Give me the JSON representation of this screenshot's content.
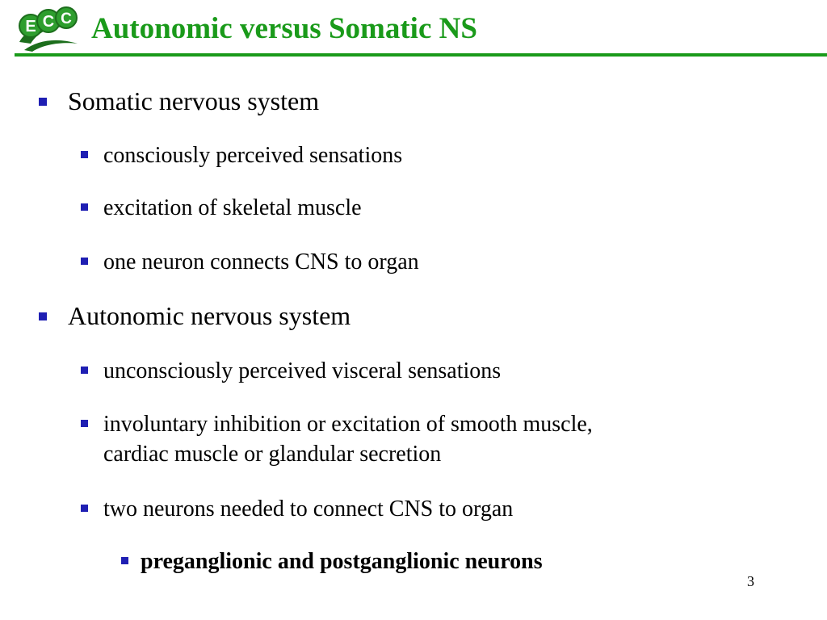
{
  "slide": {
    "title": "Autonomic versus Somatic NS",
    "page_number": "3",
    "logo": {
      "text": "ECC",
      "icon": "ecc-logo-icon"
    }
  },
  "colors": {
    "title": "#1a9a1a",
    "rule": "#1a9a1a",
    "bullet": "#1f1fb3",
    "text": "#000000",
    "logo_green": "#2e9e2e",
    "logo_dark": "#1c6e1c"
  },
  "bullets": {
    "somatic": {
      "label": "Somatic nervous system",
      "items": [
        "consciously perceived sensations",
        "excitation of skeletal muscle",
        "one neuron connects CNS to organ"
      ]
    },
    "autonomic": {
      "label": "Autonomic nervous system",
      "items": [
        "unconsciously perceived visceral sensations",
        "involuntary inhibition or excitation of smooth muscle,",
        "cardiac muscle or glandular secretion",
        "two neurons needed to connect CNS to organ"
      ],
      "sub_item": "preganglionic and postganglionic neurons"
    }
  }
}
